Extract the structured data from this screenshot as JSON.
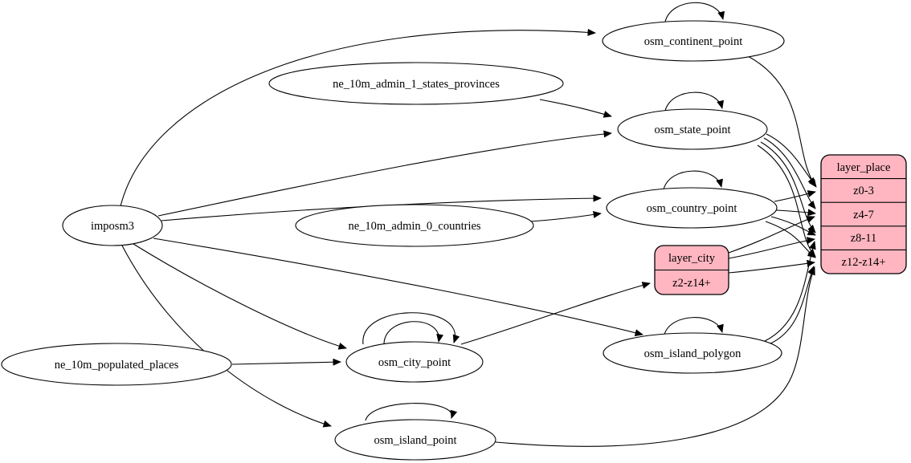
{
  "diagram": {
    "type": "etl-graph",
    "colors": {
      "record_fill": "#ffb6c1",
      "node_fill": "#ffffff",
      "stroke": "#000000",
      "background": "#ffffff"
    },
    "nodes": {
      "imposm3": {
        "label": "imposm3",
        "shape": "ellipse"
      },
      "ne_10m_admin_1_states_provinces": {
        "label": "ne_10m_admin_1_states_provinces",
        "shape": "ellipse"
      },
      "ne_10m_admin_0_countries": {
        "label": "ne_10m_admin_0_countries",
        "shape": "ellipse"
      },
      "ne_10m_populated_places": {
        "label": "ne_10m_populated_places",
        "shape": "ellipse"
      },
      "osm_continent_point": {
        "label": "osm_continent_point",
        "shape": "ellipse"
      },
      "osm_state_point": {
        "label": "osm_state_point",
        "shape": "ellipse"
      },
      "osm_country_point": {
        "label": "osm_country_point",
        "shape": "ellipse"
      },
      "osm_city_point": {
        "label": "osm_city_point",
        "shape": "ellipse"
      },
      "osm_island_polygon": {
        "label": "osm_island_polygon",
        "shape": "ellipse"
      },
      "osm_island_point": {
        "label": "osm_island_point",
        "shape": "ellipse"
      },
      "layer_city": {
        "title": "layer_city",
        "rows": [
          "z2-z14+"
        ],
        "shape": "record"
      },
      "layer_place": {
        "title": "layer_place",
        "rows": [
          "z0-3",
          "z4-7",
          "z8-11",
          "z12-z14+"
        ],
        "shape": "record"
      }
    },
    "edges": [
      {
        "from": "imposm3",
        "to": "osm_continent_point"
      },
      {
        "from": "imposm3",
        "to": "osm_state_point"
      },
      {
        "from": "imposm3",
        "to": "osm_country_point"
      },
      {
        "from": "imposm3",
        "to": "osm_city_point"
      },
      {
        "from": "imposm3",
        "to": "osm_island_polygon"
      },
      {
        "from": "imposm3",
        "to": "osm_island_point"
      },
      {
        "from": "ne_10m_admin_1_states_provinces",
        "to": "osm_state_point"
      },
      {
        "from": "ne_10m_admin_0_countries",
        "to": "osm_country_point"
      },
      {
        "from": "ne_10m_populated_places",
        "to": "osm_city_point"
      },
      {
        "from": "osm_continent_point",
        "to": "osm_continent_point"
      },
      {
        "from": "osm_state_point",
        "to": "osm_state_point"
      },
      {
        "from": "osm_country_point",
        "to": "osm_country_point"
      },
      {
        "from": "osm_city_point",
        "to": "osm_city_point"
      },
      {
        "from": "osm_city_point",
        "to": "osm_city_point"
      },
      {
        "from": "osm_island_polygon",
        "to": "osm_island_polygon"
      },
      {
        "from": "osm_island_point",
        "to": "osm_island_point"
      },
      {
        "from": "osm_continent_point",
        "to": "layer_place:z0-3"
      },
      {
        "from": "osm_state_point",
        "to": "layer_place:z0-3"
      },
      {
        "from": "osm_state_point",
        "to": "layer_place:z4-7"
      },
      {
        "from": "osm_state_point",
        "to": "layer_place:z8-11"
      },
      {
        "from": "osm_state_point",
        "to": "layer_place:z12-z14+"
      },
      {
        "from": "osm_country_point",
        "to": "layer_place:z0-3"
      },
      {
        "from": "osm_country_point",
        "to": "layer_place:z4-7"
      },
      {
        "from": "osm_country_point",
        "to": "layer_place:z8-11"
      },
      {
        "from": "osm_country_point",
        "to": "layer_place:z12-z14+"
      },
      {
        "from": "osm_city_point",
        "to": "layer_city:z2-z14+"
      },
      {
        "from": "layer_city:z2-z14+",
        "to": "layer_place:z4-7"
      },
      {
        "from": "layer_city:z2-z14+",
        "to": "layer_place:z8-11"
      },
      {
        "from": "layer_city:z2-z14+",
        "to": "layer_place:z12-z14+"
      },
      {
        "from": "osm_island_polygon",
        "to": "layer_place:z8-11"
      },
      {
        "from": "osm_island_polygon",
        "to": "layer_place:z12-z14+"
      },
      {
        "from": "osm_island_point",
        "to": "layer_place:z12-z14+"
      }
    ]
  }
}
